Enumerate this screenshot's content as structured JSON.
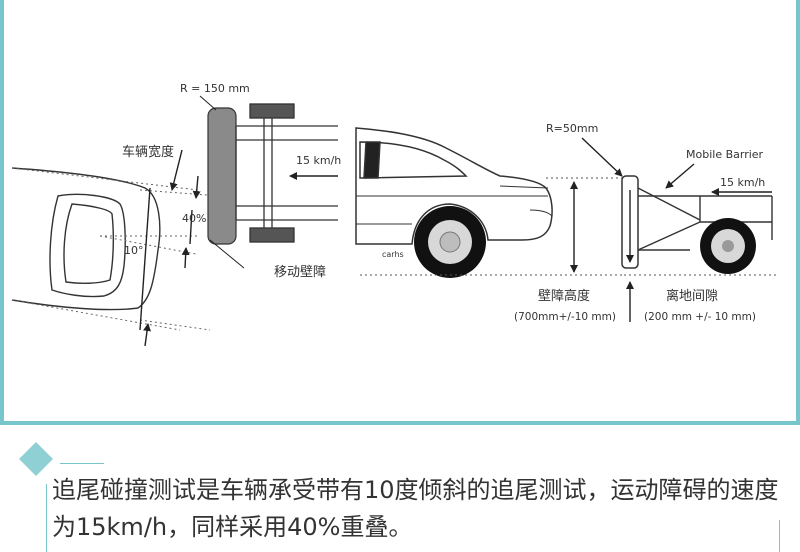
{
  "labels": {
    "radius_left": "R = 150 mm",
    "vehicle_width": "车辆宽度",
    "overlap": "40%",
    "angle": "10°",
    "speed_left": "15 km/h",
    "moving_barrier": "移动壁障",
    "radius_right": "R=50mm",
    "mobile_barrier": "Mobile Barrier",
    "speed_right": "15 km/h",
    "barrier_height": "壁障高度",
    "barrier_height_value": "(700mm+/-10 mm)",
    "ground_clearance": "离地间隙",
    "ground_clearance_value": "(200 mm +/- 10 mm)",
    "car_badge": "carhs"
  },
  "caption": "追尾碰撞测试是车辆承受带有10度倾斜的追尾测试，运动障碍的速度为15km/h，同样采用40%重叠。",
  "colors": {
    "accent": "#76c6cc",
    "barrier": "#8a8a8a",
    "line": "#222222"
  }
}
